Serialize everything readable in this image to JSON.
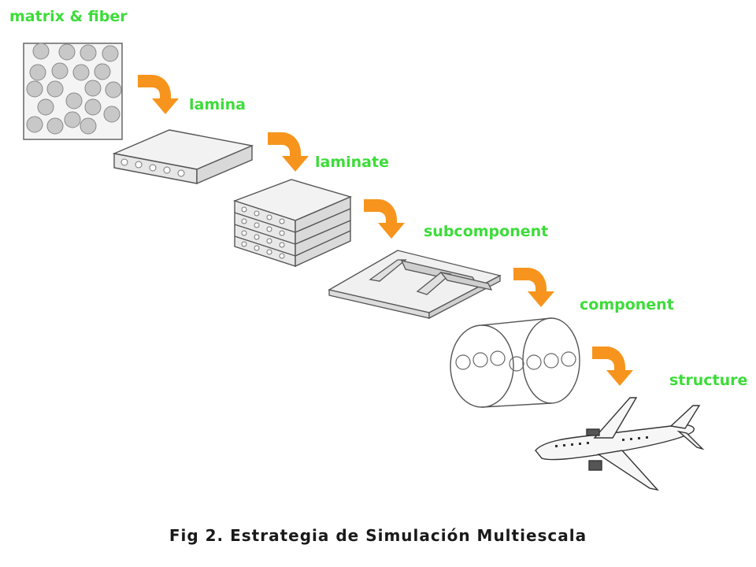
{
  "labels": {
    "matrix_fiber": "matrix & fiber",
    "lamina": "lamina",
    "laminate": "laminate",
    "subcomponent": "subcomponent",
    "component": "component",
    "structure": "structure"
  },
  "caption": "Fig 2. Estrategia de Simulación Multiescala",
  "colors": {
    "label": "#3ddc3a",
    "arrow": "#f7941d",
    "fiber": "#c8c8c8",
    "line": "#555555"
  },
  "icons": [
    "matrix-fiber-icon",
    "lamina-icon",
    "laminate-icon",
    "subcomponent-icon",
    "component-icon",
    "airplane-icon",
    "curved-arrow-icon"
  ]
}
